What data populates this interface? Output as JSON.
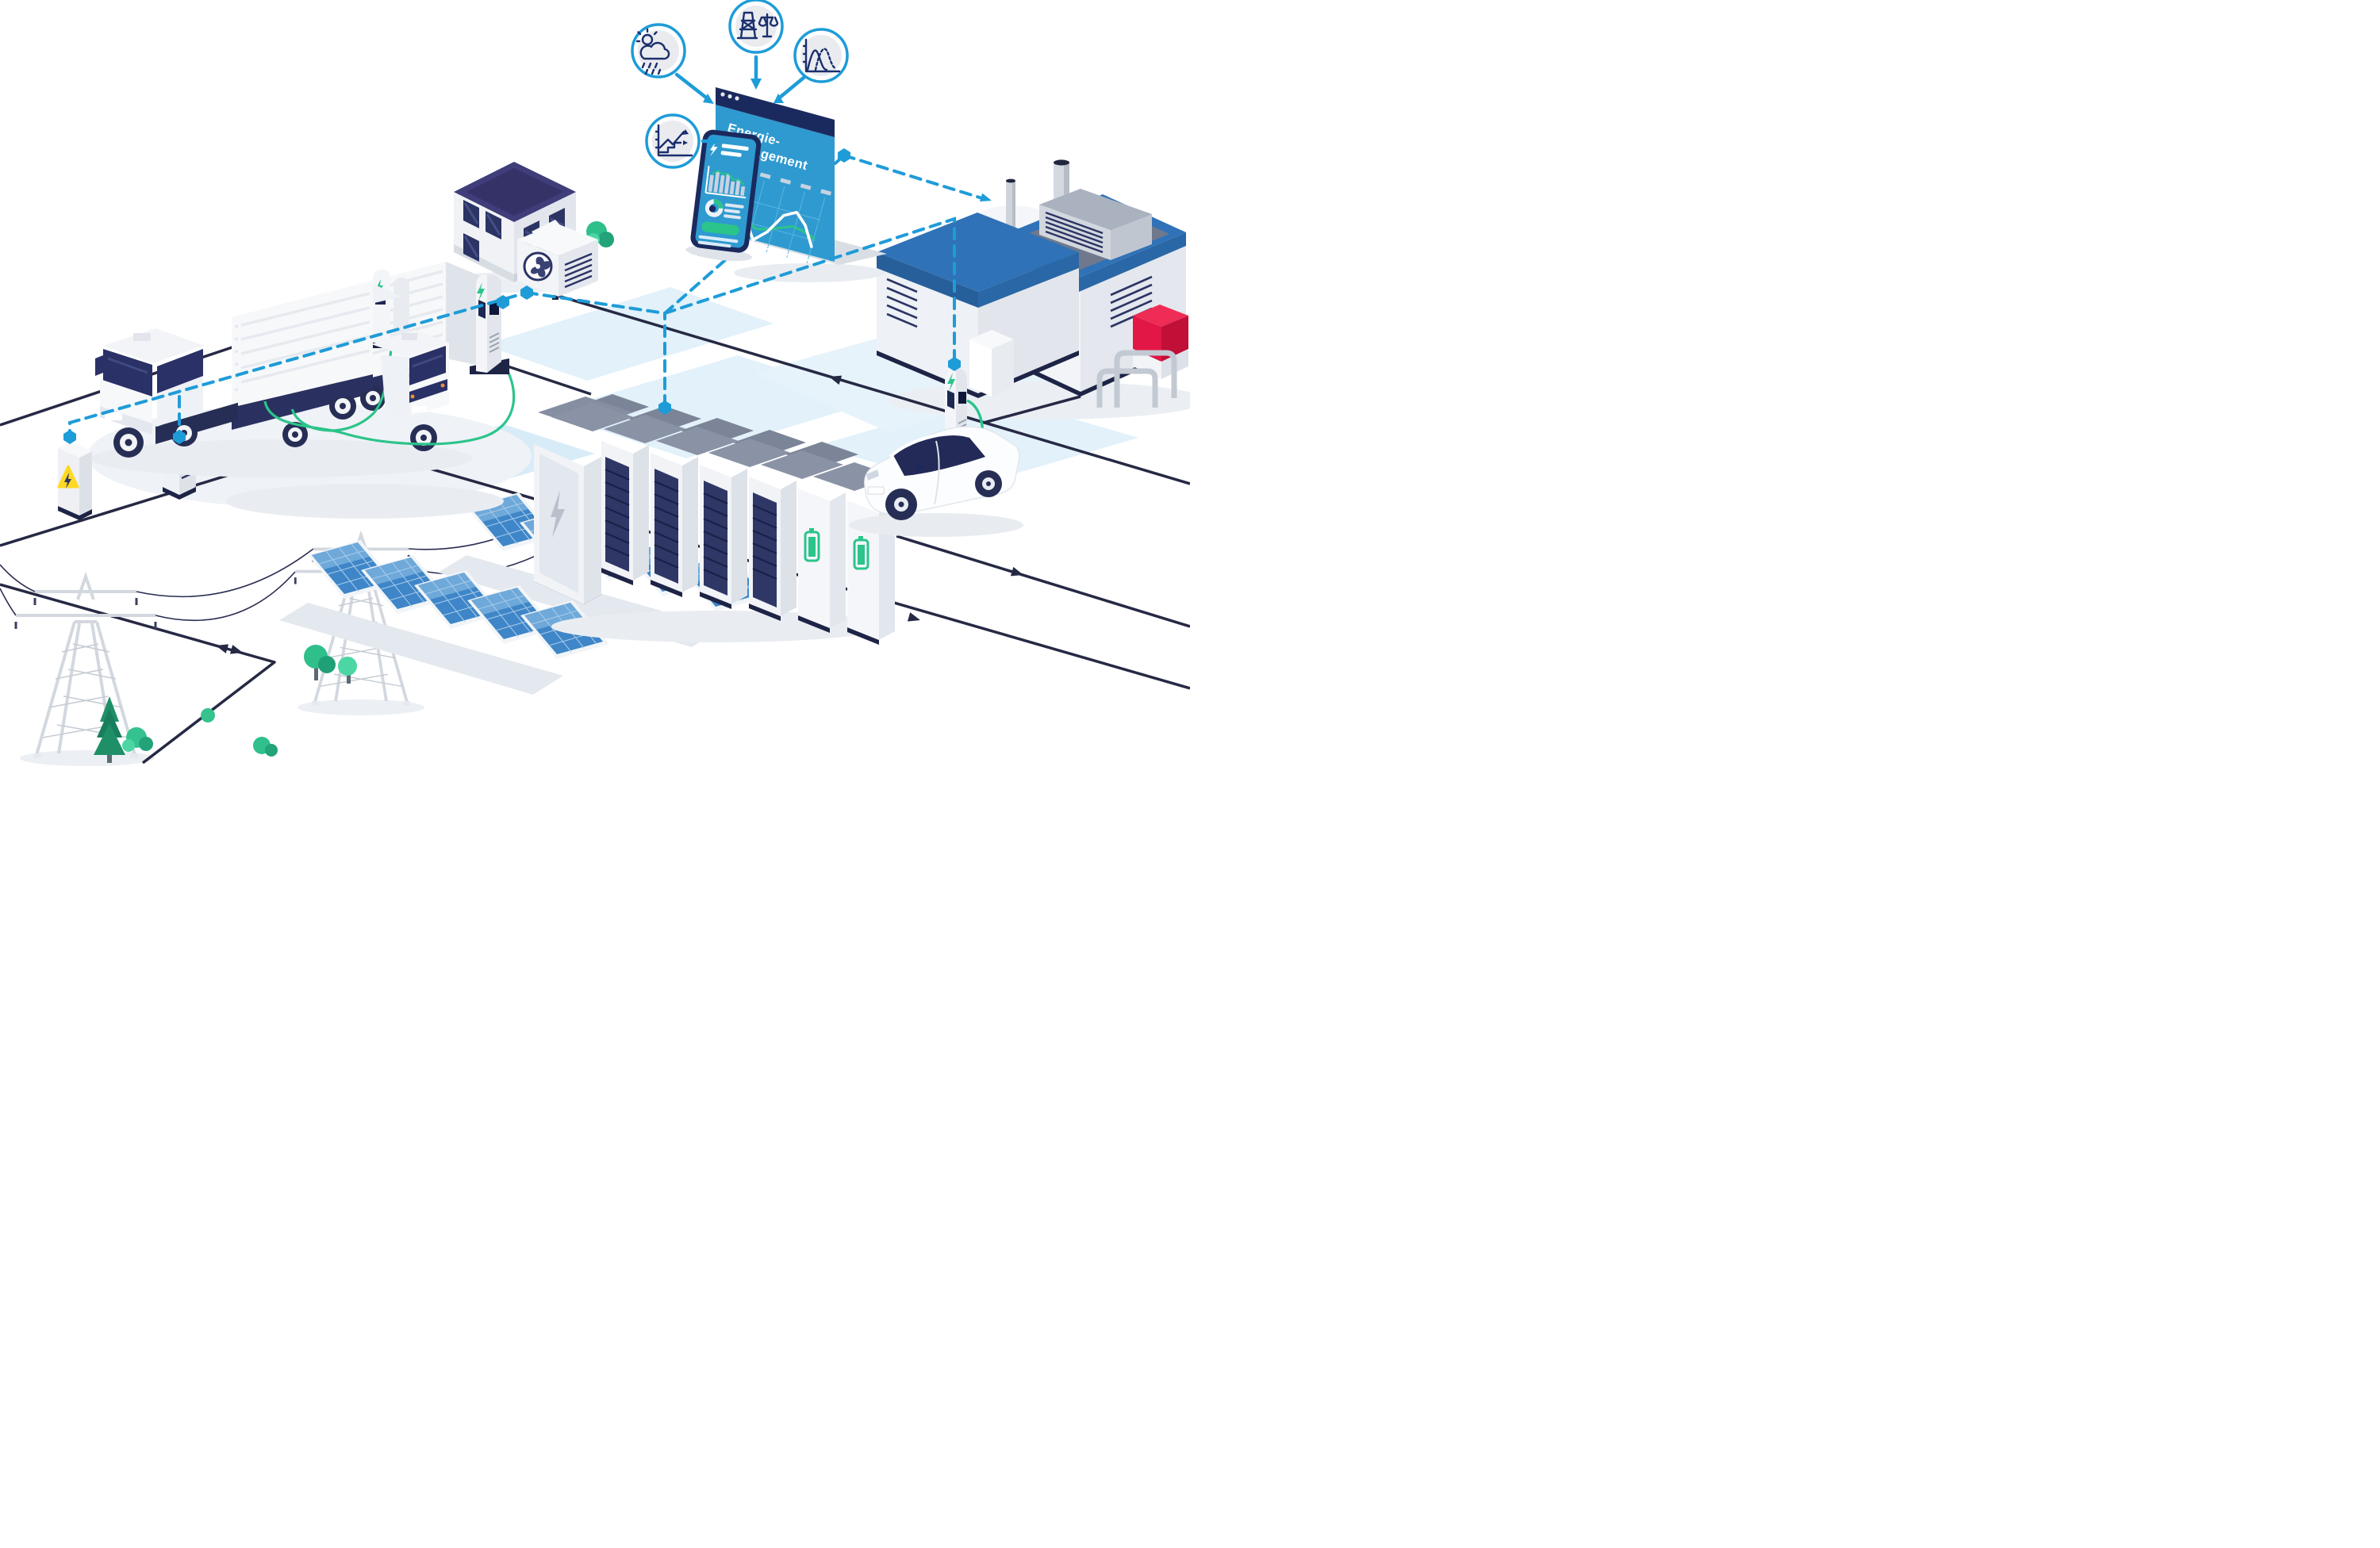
{
  "diagram": {
    "type": "smart-energy-management-system-illustration",
    "language": "de",
    "inputs": [
      {
        "name": "weather-forecast-icon",
        "meaning": "weather data"
      },
      {
        "name": "grid-balance-icon",
        "meaning": "grid load balancing"
      },
      {
        "name": "load-profile-icon",
        "meaning": "consumption load profiles"
      },
      {
        "name": "market-trend-icon",
        "meaning": "energy market price trends"
      }
    ],
    "node_count": {
      "hexagon_data_nodes": 7
    },
    "components": [
      "transmission-towers",
      "transformer-box",
      "inverter-box",
      "solar-panel-arrays",
      "battery-storage-racks",
      "electric-semi-truck",
      "electric-box-truck",
      "truck-charging-stations",
      "house",
      "heat-pump",
      "factory",
      "electric-car",
      "car-charging-station",
      "trees"
    ]
  },
  "dashboard": {
    "title_line1": "Energie-",
    "title_line2": "Management",
    "window_dots": 3,
    "chart": {
      "tick_count": 6,
      "grid": true
    }
  },
  "chart_data": {
    "type": "line",
    "title": "Energie-Management",
    "x": [
      0,
      1,
      2,
      3,
      4,
      5,
      6,
      7,
      8,
      9
    ],
    "series": [
      {
        "name": "load-curve-white",
        "color": "#ffffff",
        "values": [
          66,
          84,
          70,
          34,
          8,
          26,
          58,
          68,
          52,
          22
        ]
      },
      {
        "name": "generation-curve-green",
        "color": "#2bc48a",
        "values": [
          52,
          50,
          45,
          34,
          26,
          30,
          38,
          45,
          42,
          36
        ]
      }
    ],
    "ylim": [
      0,
      100
    ],
    "grid": "vertical",
    "legend": "none"
  },
  "phone": {
    "widgets": [
      "lightning-status",
      "text-lines",
      "bar-chart",
      "donut-chart",
      "cta-button"
    ],
    "bar_chart": {
      "values": [
        62,
        78,
        66,
        72,
        48,
        54,
        34
      ],
      "trend_color": "#2bc48a"
    },
    "donut_chart": {
      "segments": [
        {
          "name": "white",
          "pct": 55
        },
        {
          "name": "green",
          "pct": 25
        },
        {
          "name": "navy",
          "pct": 20
        }
      ]
    },
    "cta_button_color": "#2bc48a"
  },
  "colors": {
    "accent_blue": "#1e9cd8",
    "screen_blue": "#2e9ad0",
    "navy": "#1b2a5e",
    "icon_stroke": "#1b2f6e",
    "power_line": "#262944",
    "green": "#2bc48a",
    "solar_blue": "#3e86c8",
    "roof_indigo": "#3f3d7a",
    "factory_blue": "#2f72b7",
    "warning_yellow": "#ffd824",
    "container_red": "#ef2c55",
    "ground_tint": "#e2f1fa"
  }
}
